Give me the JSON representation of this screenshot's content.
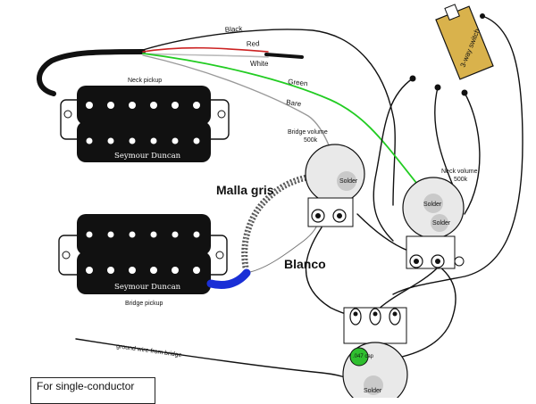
{
  "wire_labels": {
    "black": "Black",
    "red": "Red",
    "white": "White",
    "green": "Green",
    "bare": "Bare",
    "ground": "ground wire from bridge"
  },
  "switch_label": "3-way switch",
  "neck_pickup": {
    "title": "Neck pickup",
    "brand": "Seymour Duncan"
  },
  "bridge_pickup": {
    "title": "Bridge pickup",
    "brand": "Seymour Duncan"
  },
  "bridge_volume": {
    "title": "Bridge volume",
    "value": "500k",
    "solder": "Solder"
  },
  "neck_volume": {
    "title": "Neck volume",
    "value": "500k",
    "solder_1": "Solder",
    "solder_2": "Solder"
  },
  "tone_pot": {
    "cap": ".047 cap",
    "solder": "Solder"
  },
  "annotations": {
    "malla_gris": "Malla gris",
    "blanco": "Blanco"
  },
  "caption": {
    "line1": "For single-conductor",
    "line2": "                        "
  },
  "colors": {
    "switch_body": "#d9b24c",
    "pickup_body": "#111111",
    "pot_body": "#e9e9e9",
    "green_wire": "#22cc22",
    "red_wire": "#cc2222",
    "blue_tape": "#1a2fd6",
    "cap_green": "#2fbf2f"
  }
}
